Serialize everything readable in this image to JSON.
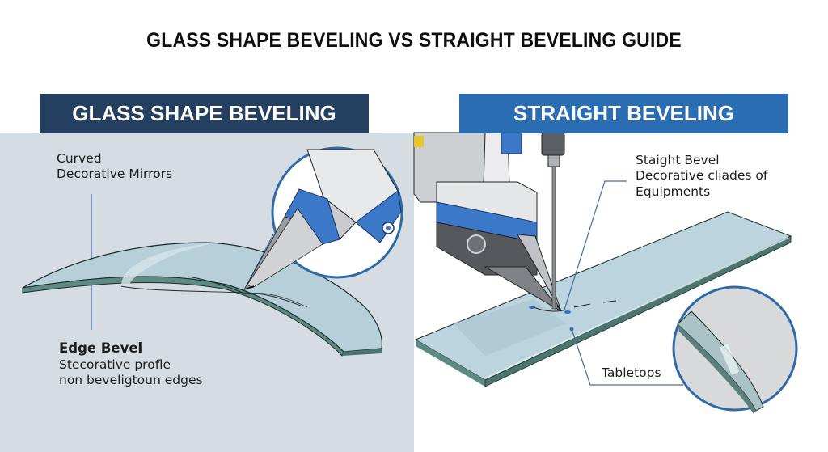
{
  "title": "GLASS SHAPE BEVELING VS STRAIGHT BEVELING GUIDE",
  "left_panel": {
    "heading": "GLASS SHAPE BEVELING",
    "callout_top": {
      "line1": "Curved",
      "line2": "Decorative Mirrors"
    },
    "callout_bottom": {
      "line1": "Edge Bevel",
      "line2": "Stecorative profle",
      "line3": "non beveligtoun edges"
    }
  },
  "right_panel": {
    "heading": "STRAIGHT BEVELING",
    "callout_top": {
      "line1": "Staight Bevel",
      "line2": "Decorative cliades of",
      "line3": "Equipments"
    },
    "callout_bottom": {
      "line1": "Tabletops"
    }
  },
  "colors": {
    "left_banner": "#243f60",
    "right_banner": "#2b6db3",
    "left_background": "#d6dde2",
    "accent_blue": "#2f6fc0",
    "glass": "#b9d2dd",
    "glass_edge": "#4f7a74"
  }
}
